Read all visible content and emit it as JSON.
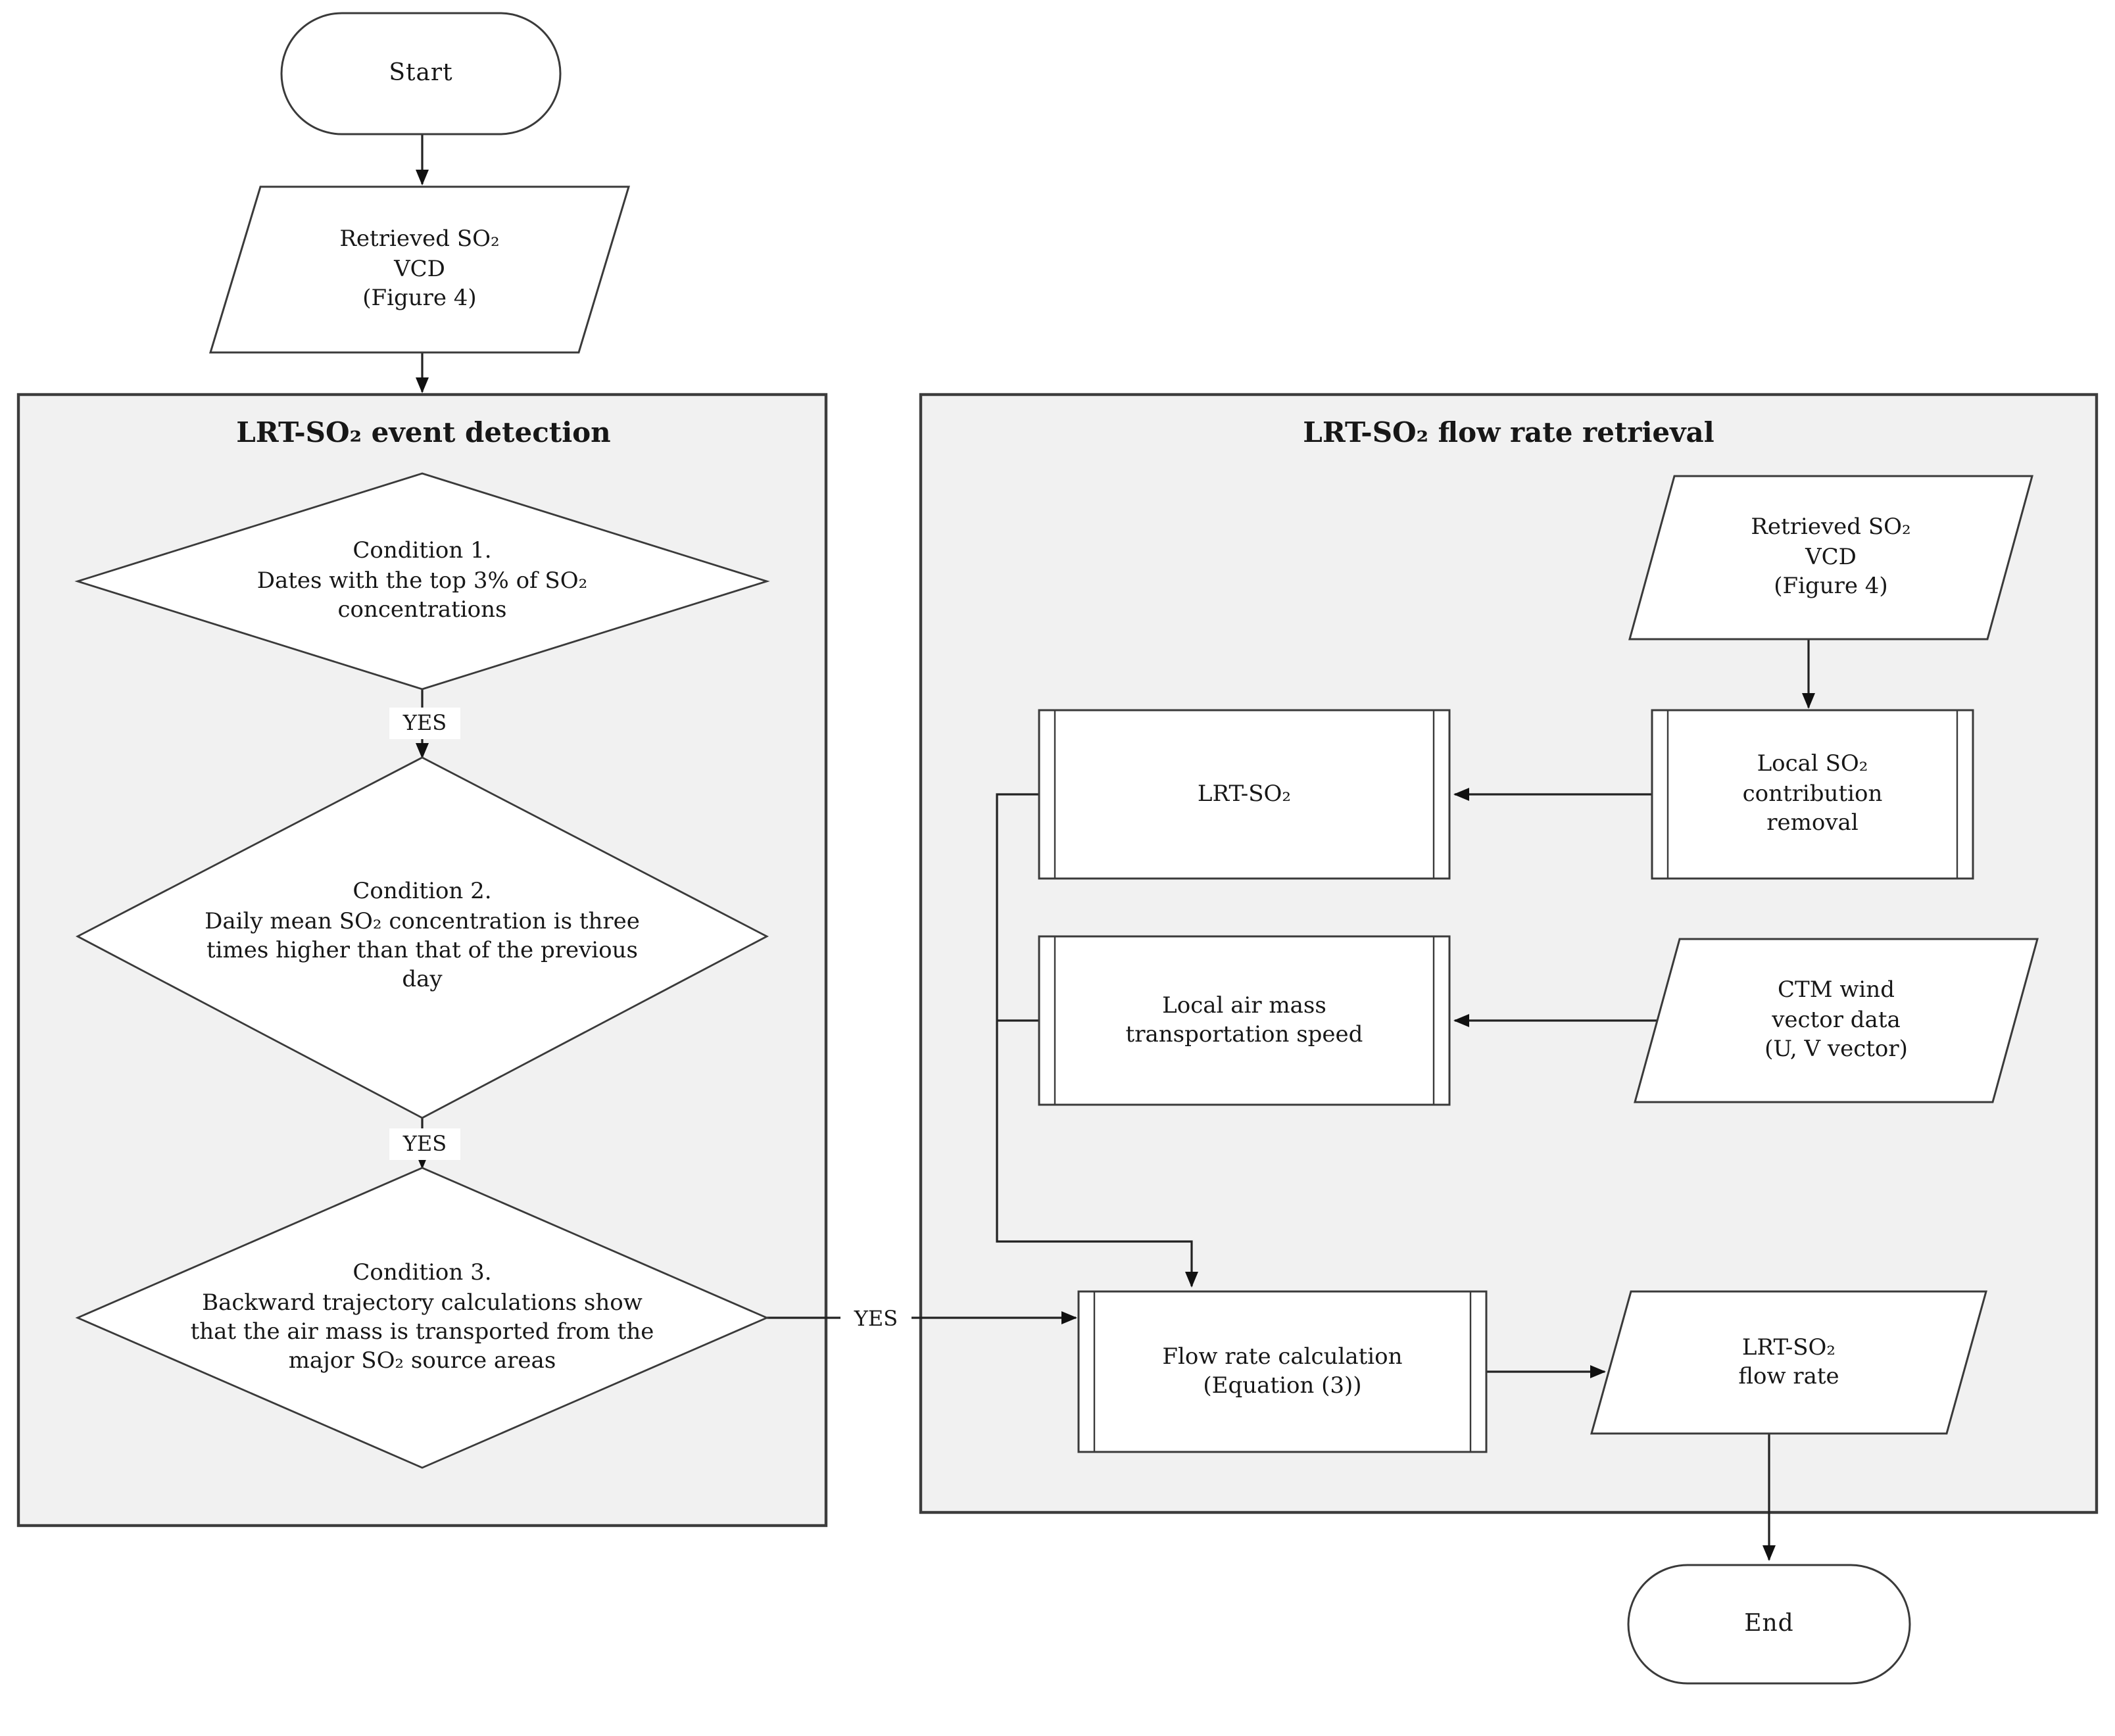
{
  "figure": {
    "type": "flowchart",
    "colors": {
      "panel_fill": "#f1f1f1",
      "panel_stroke": "#3d3d3d",
      "shape_fill": "#ffffff",
      "shape_stroke": "#3a3a3a",
      "line_color": "#222222",
      "arrowhead": "#111111"
    },
    "start": {
      "label": "Start"
    },
    "retrieved_vcd_top": {
      "label": "Retrieved SO₂\nVCD\n(Figure 4)"
    },
    "event_detection": {
      "title": "LRT-SO₂ event detection",
      "condition1": "Condition 1.\nDates with the top 3% of SO₂\nconcentrations",
      "yes1": "YES",
      "condition2": "Condition 2.\nDaily mean SO₂ concentration is three\ntimes higher than that of the previous\nday",
      "yes2": "YES",
      "condition3": "Condition 3.\nBackward trajectory calculations show\nthat the air mass is transported from the\nmajor SO₂ source areas",
      "yes3": "YES"
    },
    "flow_rate_retrieval": {
      "title": "LRT-SO₂ flow rate retrieval",
      "retrieved_vcd": "Retrieved SO₂\nVCD\n(Figure 4)",
      "local_so2_removal": "Local SO₂\ncontribution\nremoval",
      "lrt_so2": "LRT-SO₂",
      "local_air_speed": "Local air mass\ntransportation speed",
      "ctm_wind": "CTM wind\nvector data\n(U, V vector)",
      "flow_rate_calc": "Flow rate calculation\n(Equation (3))",
      "flow_rate_output": "LRT-SO₂\nflow rate"
    },
    "end": {
      "label": "End"
    }
  }
}
